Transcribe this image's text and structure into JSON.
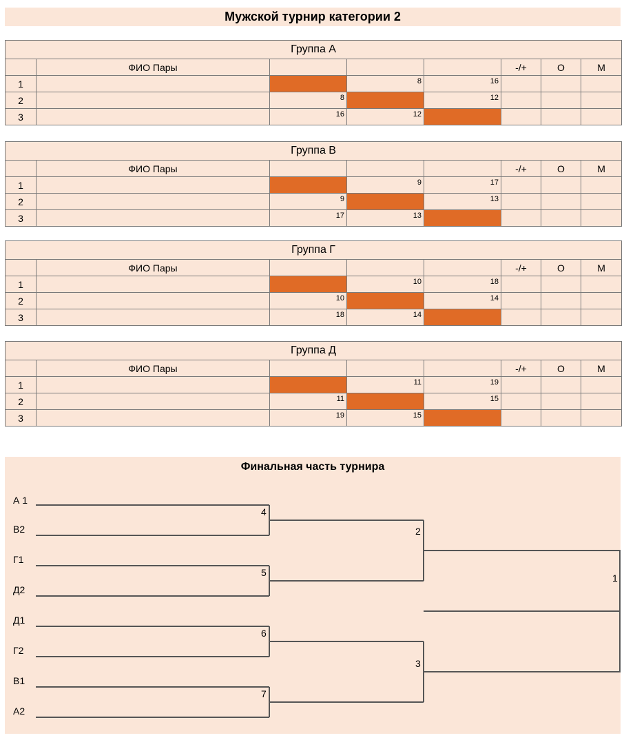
{
  "title": "Мужской турнир категории 2",
  "header": {
    "name_col": "ФИО Пары",
    "diff_col": "-/+",
    "o_col": "О",
    "m_col": "М"
  },
  "groups": [
    {
      "title": "Группа А",
      "rows": [
        {
          "n": "1",
          "scores": [
            "",
            "8",
            "16"
          ]
        },
        {
          "n": "2",
          "scores": [
            "8",
            "",
            "12"
          ]
        },
        {
          "n": "3",
          "scores": [
            "16",
            "12",
            ""
          ]
        }
      ]
    },
    {
      "title": "Группа В",
      "rows": [
        {
          "n": "1",
          "scores": [
            "",
            "9",
            "17"
          ]
        },
        {
          "n": "2",
          "scores": [
            "9",
            "",
            "13"
          ]
        },
        {
          "n": "3",
          "scores": [
            "17",
            "13",
            ""
          ]
        }
      ]
    },
    {
      "title": "Группа Г",
      "rows": [
        {
          "n": "1",
          "scores": [
            "",
            "10",
            "18"
          ]
        },
        {
          "n": "2",
          "scores": [
            "10",
            "",
            "14"
          ]
        },
        {
          "n": "3",
          "scores": [
            "18",
            "14",
            ""
          ]
        }
      ]
    },
    {
      "title": "Группа Д",
      "rows": [
        {
          "n": "1",
          "scores": [
            "",
            "11",
            "19"
          ]
        },
        {
          "n": "2",
          "scores": [
            "11",
            "",
            "15"
          ]
        },
        {
          "n": "3",
          "scores": [
            "19",
            "15",
            ""
          ]
        }
      ]
    }
  ],
  "final": {
    "title": "Финальная часть турнира",
    "seeds": [
      "А 1",
      "В2",
      "Г1",
      "Д2",
      "Д1",
      "Г2",
      "В1",
      "А2"
    ],
    "qf": [
      "4",
      "5",
      "6",
      "7"
    ],
    "sf": [
      "2",
      "3"
    ],
    "f": "1"
  },
  "colors": {
    "background": "#fbe6d8",
    "diagonal": "#e06b26",
    "border": "#7a7a7a"
  }
}
